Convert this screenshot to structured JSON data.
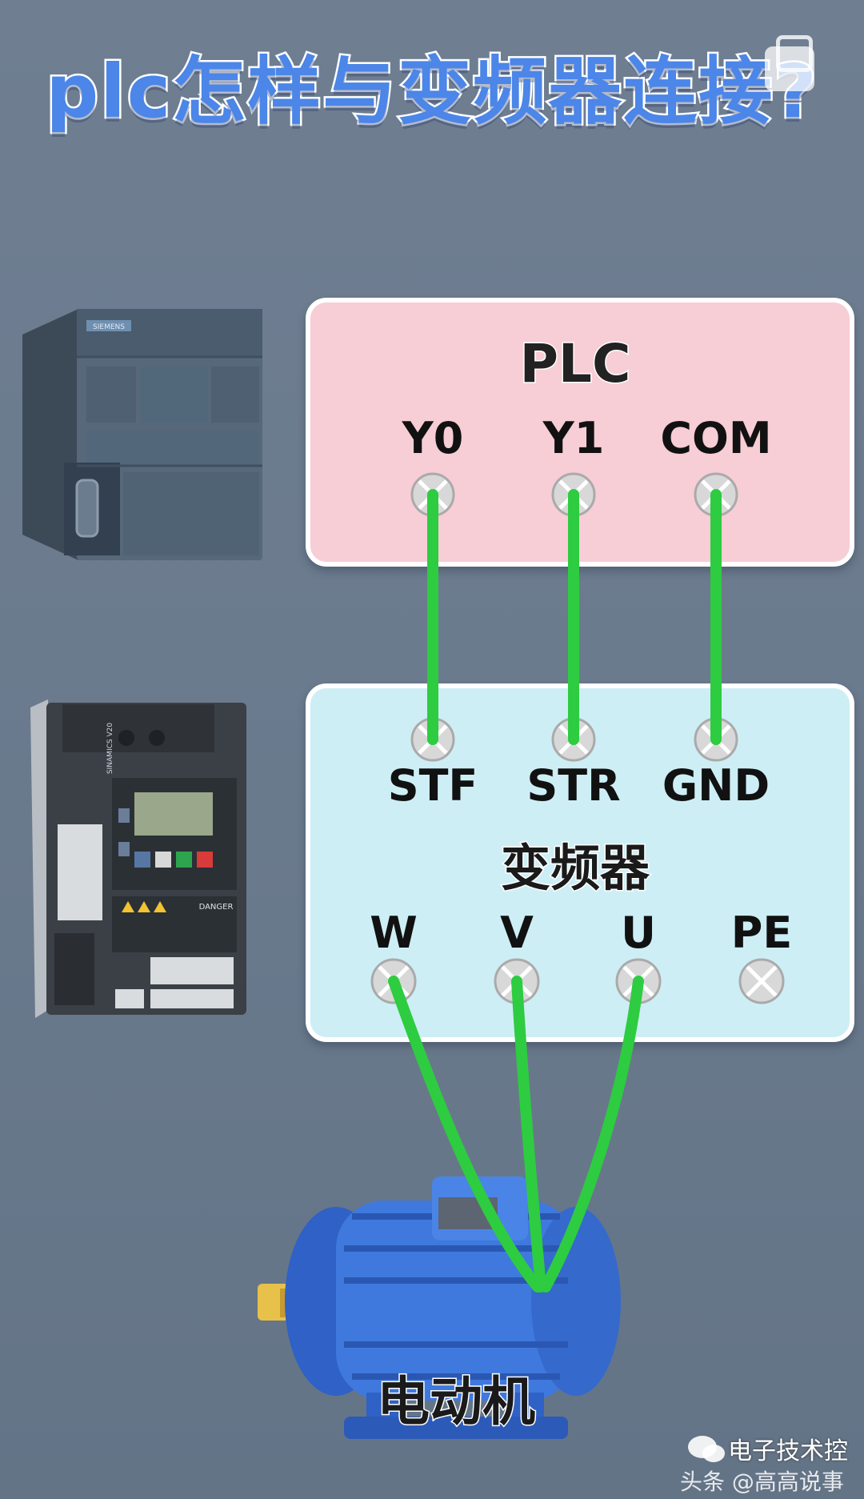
{
  "title": "plc怎样与变频器连接?",
  "plc": {
    "label": "PLC",
    "terminals": [
      "Y0",
      "Y1",
      "COM"
    ]
  },
  "inverter": {
    "label": "变频器",
    "input_terminals": [
      "STF",
      "STR",
      "GND"
    ],
    "output_terminals": [
      "W",
      "V",
      "U",
      "PE"
    ]
  },
  "motor": {
    "label": "电动机"
  },
  "connections": [
    {
      "from": "Y0",
      "to": "STF"
    },
    {
      "from": "Y1",
      "to": "STR"
    },
    {
      "from": "COM",
      "to": "GND"
    },
    {
      "from": "W",
      "to": "电动机"
    },
    {
      "from": "V",
      "to": "电动机"
    },
    {
      "from": "U",
      "to": "电动机"
    }
  ],
  "devices": {
    "plc_brand": "SIEMENS",
    "inverter_model": "SINAMICS V20",
    "inverter_warning": "DANGER"
  },
  "watermark": {
    "source": "电子技术控",
    "platform": "头条 @高高说事"
  },
  "colors": {
    "wire": "#2ecc40",
    "plc_panel": "#f7cdd6",
    "inverter_panel": "#cdeef5",
    "title": "#4b86e8"
  }
}
